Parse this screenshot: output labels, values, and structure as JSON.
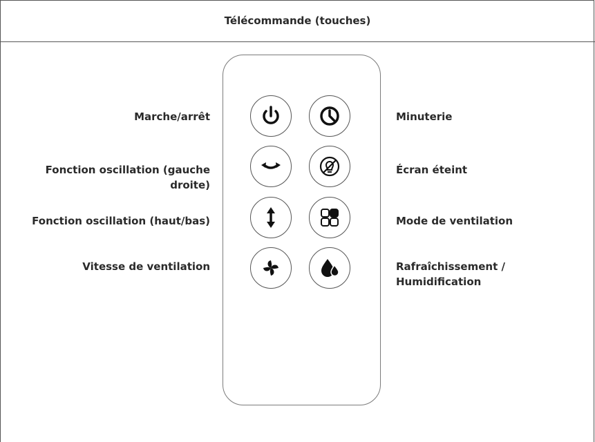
{
  "header": {
    "title": "Télécommande (touches)"
  },
  "labels": {
    "power": "Marche/arrêt",
    "timer": "Minuterie",
    "oscillation_lr": "Fonction oscillation (gauche droite)",
    "screen_off": "Écran éteint",
    "oscillation_ud": "Fonction oscillation (haut/bas)",
    "ventilation_mode": "Mode de ventilation",
    "fan_speed": "Vitesse de ventilation",
    "cooling": "Rafraîchissement / Humidification"
  },
  "icons": {
    "power": "power-icon",
    "timer": "timer-icon",
    "oscillation_lr": "oscillation-left-right-icon",
    "screen_off": "screen-off-icon",
    "oscillation_ud": "oscillation-up-down-icon",
    "ventilation_mode": "ventilation-mode-icon",
    "fan_speed": "fan-speed-icon",
    "cooling": "humidification-drop-icon"
  }
}
